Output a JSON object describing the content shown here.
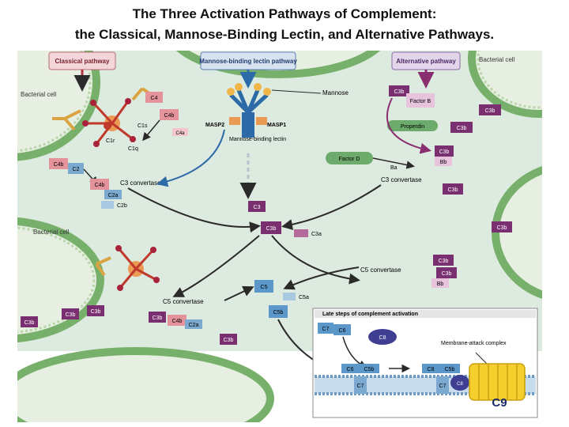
{
  "title": {
    "line1": "The Three Activation Pathways of Complement:",
    "line2": "the Classical, Mannose-Binding Lectin, and Alternative Pathways."
  },
  "pathways": {
    "classical": "Classical pathway",
    "lectin": "Mannose-binding lectin pathway",
    "alternative": "Alternative pathway"
  },
  "cells": {
    "bacterial_left_top": "Bacterial cell",
    "bacterial_right_top": "Bacterial cell",
    "bacterial_left_mid": "Bacterial cell"
  },
  "labels": {
    "c4": "C4",
    "c4b": "C4b",
    "c4a": "C4a",
    "c1s": "C1s",
    "c1r": "C1r",
    "c1q": "C1q",
    "c4b_2": "C4b",
    "c2": "C2",
    "c4b_c2a_c4b": "C4b",
    "c2a": "C2a",
    "c3_convertase_left": "C3 convertase",
    "c2b": "C2b",
    "masp2": "MASP2",
    "masp1": "MASP1",
    "mbl": "Mannose-binding lectin",
    "mannose": "Mannose",
    "c3b_top": "C3b",
    "factor_b": "Factor B",
    "c3b_right1": "C3b",
    "properdin": "Properdin",
    "c3b_right2": "C3b",
    "factor_d": "Factor D",
    "c3b_alt": "C3b",
    "bb_alt": "Bb",
    "ba": "Ba",
    "c3_convertase_right": "C3 convertase",
    "c3b_right3": "C3b",
    "c3": "C3",
    "c3b_center": "C3b",
    "c3a": "C3a",
    "c3b_c5a": "C3b",
    "c3b_c5b": "C3b",
    "bb_c5": "Bb",
    "c5_convertase_right": "C5 convertase",
    "c5": "C5",
    "c5a": "C5a",
    "c5b": "C5b",
    "c5_convertase_left": "C5 convertase",
    "c3b_bl1": "C3b",
    "c3b_bl2": "C3b",
    "c3b_bl3": "C3b",
    "c3b_bl4": "C3b",
    "c4b_bl": "C4b",
    "c2a_bl": "C2a",
    "c3b_bl5": "C3b",
    "c3b_r4": "C3b"
  },
  "late_steps": {
    "title": "Late steps of complement activation",
    "c7": "C7",
    "c6": "C6",
    "c8": "C8",
    "c6_2": "C6",
    "c5b": "C5b",
    "c7_2": "C7",
    "c8_2": "C8",
    "c5b_2": "C5b",
    "c7_3": "C7",
    "c8_3": "C8",
    "mac": "Membrane-attack complex",
    "c9": "C9"
  },
  "colors": {
    "background_panel": "#ddeadf",
    "membrane_head": "#77b06a",
    "c3b_purple": "#7a3070",
    "c4_pink": "#e5939b",
    "c5_blue": "#5b97c9",
    "factor_green": "#6cab6b",
    "arrow_dark": "#2a2a2a",
    "c9_yellow": "#f4cf2e"
  }
}
